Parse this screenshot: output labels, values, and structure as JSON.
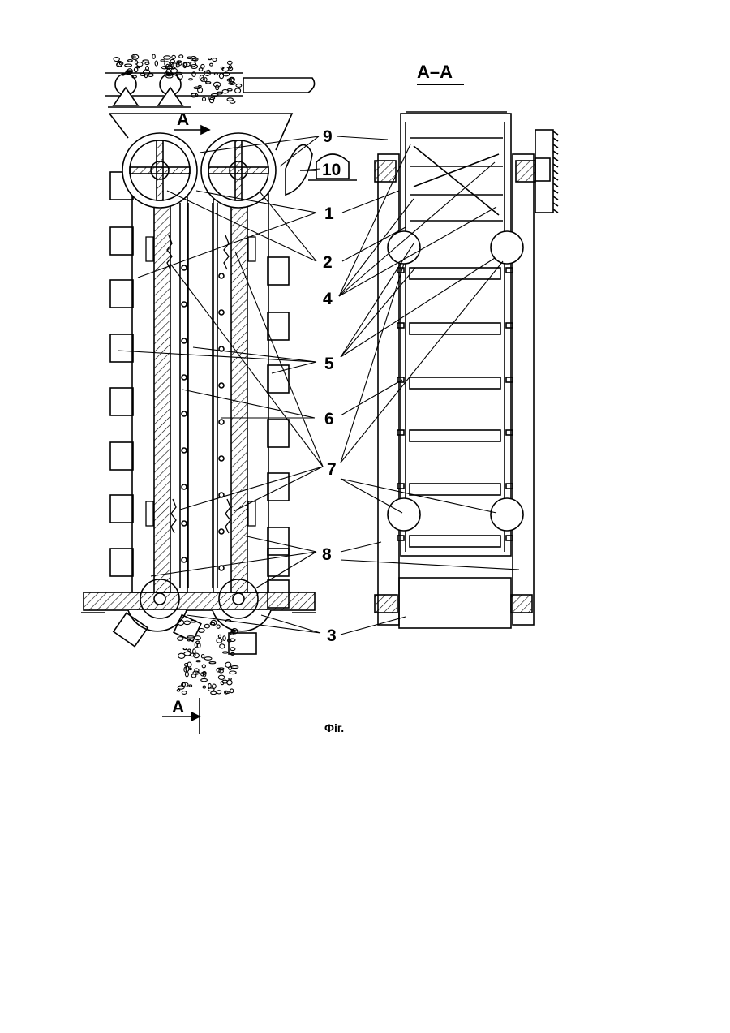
{
  "figure": {
    "section_title": "A–A",
    "section_mark_top": "A",
    "section_mark_bottom": "A",
    "caption": "Фіг.",
    "callouts": {
      "c1": "1",
      "c2": "2",
      "c3": "3",
      "c4": "4",
      "c5": "5",
      "c6": "6",
      "c7": "7",
      "c8": "8",
      "c9": "9",
      "c10": "10"
    }
  }
}
